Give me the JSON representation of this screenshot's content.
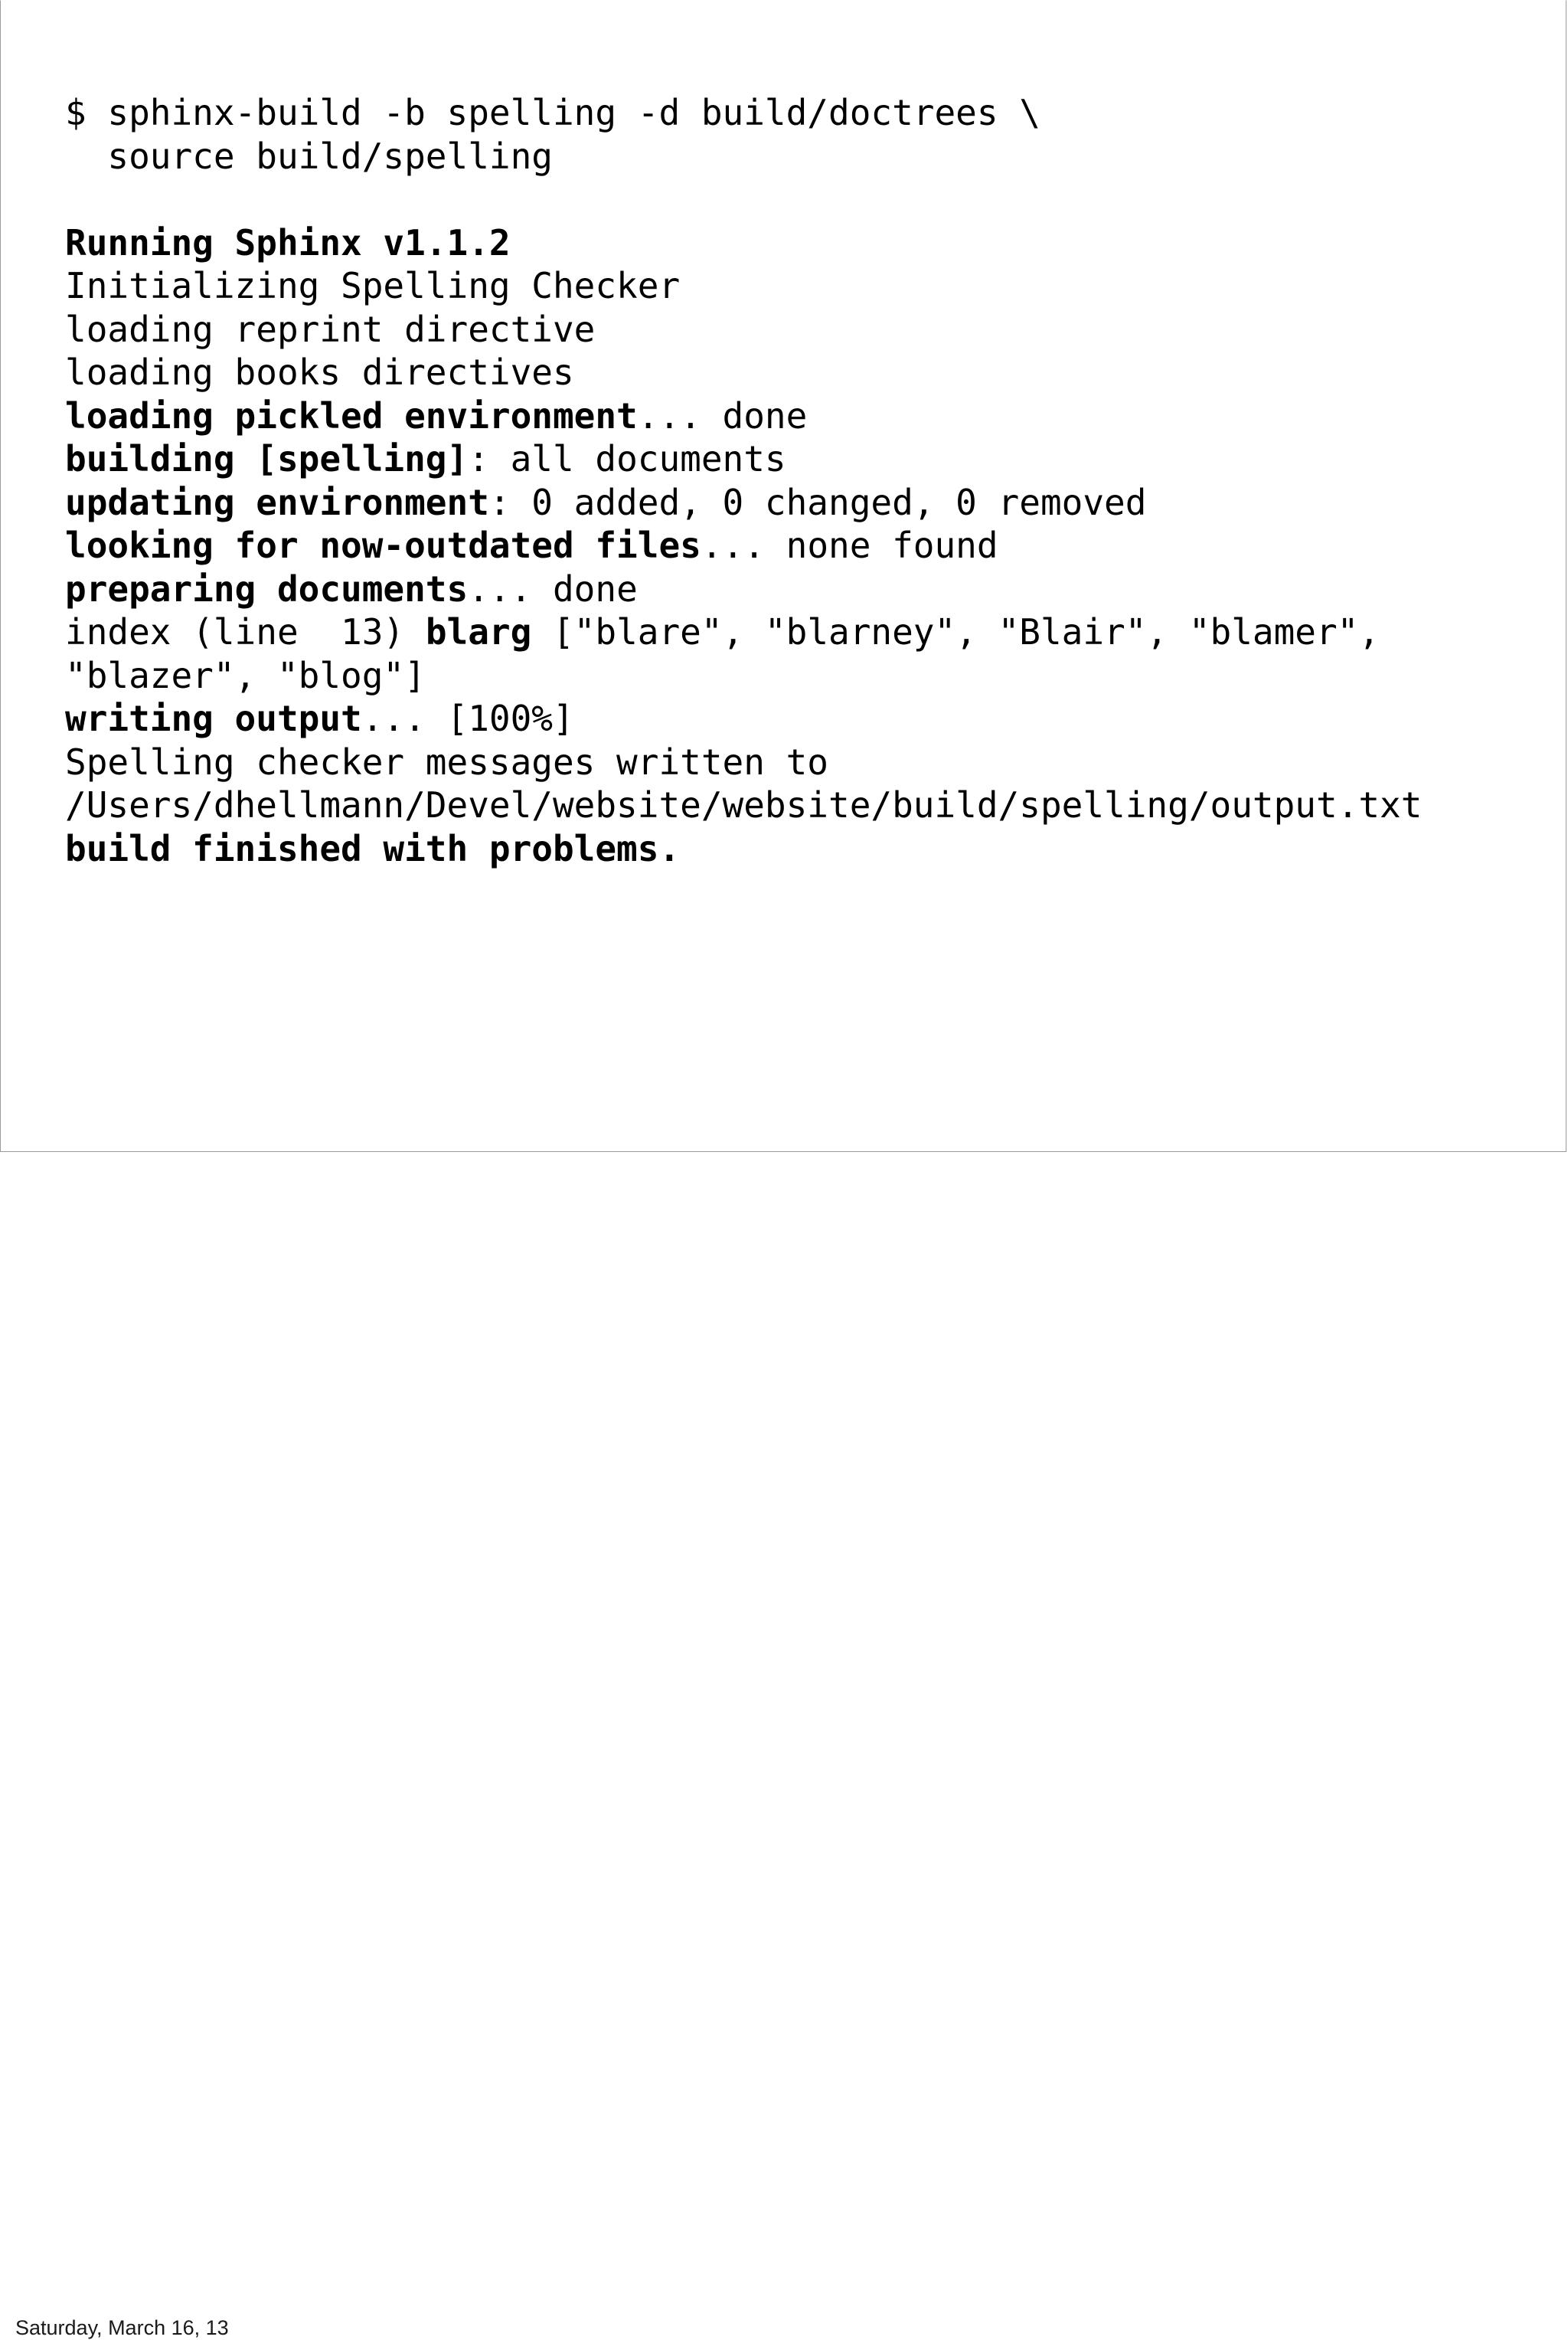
{
  "slide": {
    "background_color": "#ffffff",
    "text_color": "#000000",
    "border_color": "#9a9a9a",
    "terminal": {
      "lines": [
        {
          "id": "command-line-1",
          "segments": [
            {
              "text": "$ sphinx-build -b spelling -d build/doctrees \\",
              "bold": false
            }
          ]
        },
        {
          "id": "command-line-2",
          "segments": [
            {
              "text": "  source build/spelling",
              "bold": false
            }
          ]
        },
        {
          "id": "blank-line-1",
          "segments": [
            {
              "text": "",
              "bold": false
            }
          ]
        },
        {
          "id": "output-running-sphinx",
          "segments": [
            {
              "text": "Running Sphinx v1.1.2",
              "bold": true
            }
          ]
        },
        {
          "id": "output-initializing-spelling-checker",
          "segments": [
            {
              "text": "Initializing Spelling Checker",
              "bold": false
            }
          ]
        },
        {
          "id": "output-loading-reprint-directive",
          "segments": [
            {
              "text": "loading reprint directive",
              "bold": false
            }
          ]
        },
        {
          "id": "output-loading-books-directives",
          "segments": [
            {
              "text": "loading books directives",
              "bold": false
            }
          ]
        },
        {
          "id": "output-loading-pickled-environment",
          "segments": [
            {
              "text": "loading pickled environment",
              "bold": true
            },
            {
              "text": "... done",
              "bold": false
            }
          ]
        },
        {
          "id": "output-building-spelling",
          "segments": [
            {
              "text": "building [spelling]",
              "bold": true
            },
            {
              "text": ": all documents",
              "bold": false
            }
          ]
        },
        {
          "id": "output-updating-environment",
          "segments": [
            {
              "text": "updating environment",
              "bold": true
            },
            {
              "text": ": 0 added, 0 changed, 0 removed",
              "bold": false
            }
          ]
        },
        {
          "id": "output-looking-for-outdated-files",
          "segments": [
            {
              "text": "looking for now-outdated files",
              "bold": true
            },
            {
              "text": "... none found",
              "bold": false
            }
          ]
        },
        {
          "id": "output-preparing-documents",
          "segments": [
            {
              "text": "preparing documents",
              "bold": true
            },
            {
              "text": "... done",
              "bold": false
            }
          ]
        },
        {
          "id": "output-index-misspelling",
          "segments": [
            {
              "text": "index (line  13) ",
              "bold": false
            },
            {
              "text": "blarg",
              "bold": true
            },
            {
              "text": " [\"blare\", \"blarney\", \"Blair\", \"blamer\", \"blazer\", \"blog\"]",
              "bold": false
            }
          ]
        },
        {
          "id": "output-writing-output",
          "segments": [
            {
              "text": "writing output",
              "bold": true
            },
            {
              "text": "... [100%]",
              "bold": false
            }
          ]
        },
        {
          "id": "output-spelling-messages-path",
          "segments": [
            {
              "text": "Spelling checker messages written to /Users/dhellmann/Devel/website/website/build/spelling/output.txt",
              "bold": false
            }
          ]
        },
        {
          "id": "output-build-finished-with-problems",
          "segments": [
            {
              "text": "build finished with problems.",
              "bold": true
            }
          ]
        }
      ]
    }
  },
  "footer": {
    "date": "Saturday, March 16, 13"
  }
}
